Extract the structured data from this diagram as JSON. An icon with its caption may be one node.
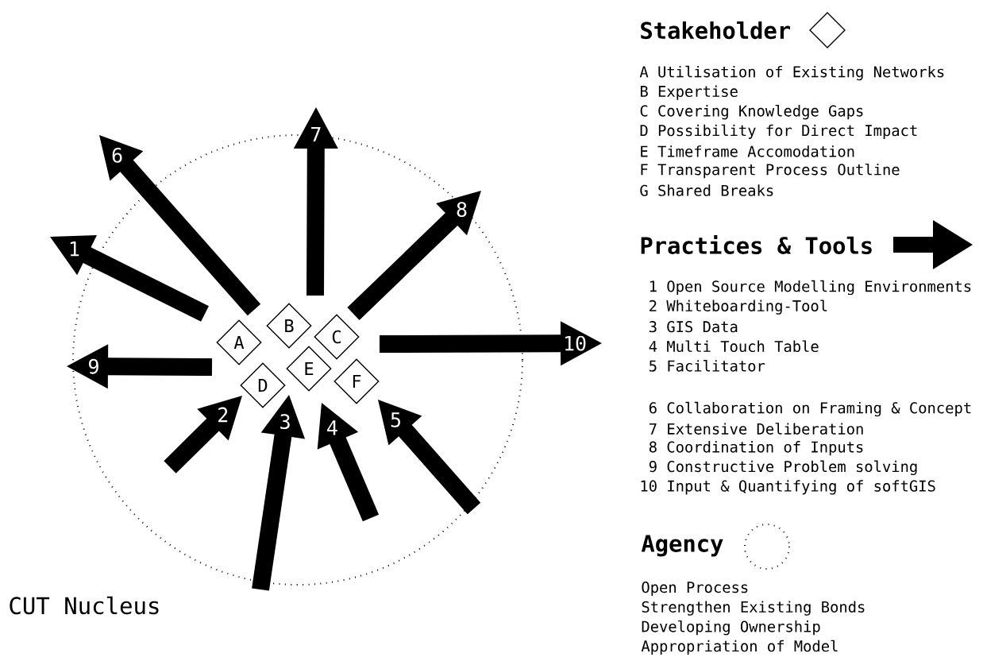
{
  "diagram": {
    "nodes": [
      {
        "text": [],
        "shape": "circle",
        "beside": [
          "CUT Nucleus"
        ]
      },
      {
        "text": [
          "A"
        ],
        "in": 0
      },
      {
        "text": [
          "B"
        ],
        "in": 0
      },
      {
        "text": [
          "C"
        ],
        "in": 0
      },
      {
        "text": [
          "D"
        ],
        "in": 0
      },
      {
        "text": [
          "E"
        ],
        "in": 0
      },
      {
        "text": [
          "F"
        ],
        "in": 0
      }
    ],
    "edges": [],
    "labels": [
      "1",
      "2",
      "3",
      "4",
      "5",
      "6",
      "7",
      "8",
      "9",
      "10",
      "A Utilisation of Existing Networks",
      "B Expertise",
      "C Covering Knowledge Gaps",
      "D Possibility for Direct Impact",
      "E Timeframe Accomodation",
      "F Transparent Process Outline",
      "G Shared Breaks",
      "1 Open Source Modelling Environments",
      "2 Whiteboarding-Tool",
      "3 GIS Data",
      "4 Multi Touch Table",
      "5 Facilitator",
      "6 Collaboration on Framing & Concept",
      "7 Extensive Deliberation",
      "8 Coordination of Inputs",
      "9 Constructive Problem solving",
      "10 Input & Quantifying of softGIS",
      "Open Process",
      "Strengthen Existing Bonds",
      "Developing Ownership",
      "Appropriation of Model"
    ],
    "legend": [
      {
        "text": "Stakeholder"
      },
      {
        "text": "Practices & Tools"
      },
      {
        "text": "Agency"
      }
    ]
  }
}
